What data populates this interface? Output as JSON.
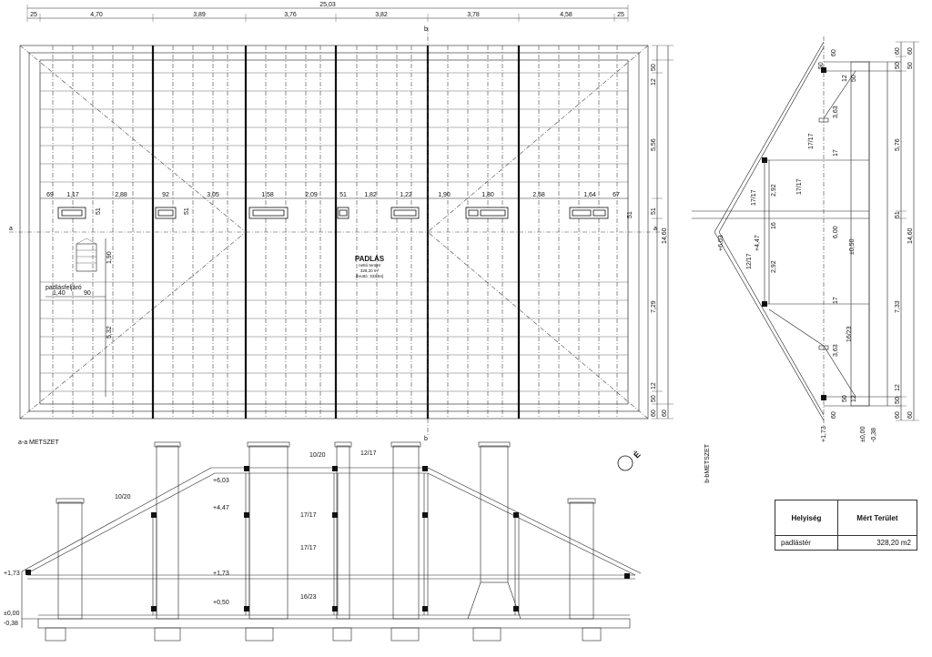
{
  "plan": {
    "top_total": "25,03",
    "top_dims": [
      "25",
      "4,70",
      "3,89",
      "3,76",
      "3,82",
      "3,78",
      "4,58",
      "25"
    ],
    "row_dims": [
      "69",
      "1,17",
      "2,88",
      "92",
      "3,05",
      "1,58",
      "2,09",
      "51",
      "1,82",
      "1,22",
      "1,90",
      "1,80",
      "2,58",
      "1,64",
      "67"
    ],
    "right_dims": [
      "12",
      "50",
      "5,56",
      "51",
      "7,29",
      "50",
      "12",
      "60",
      "60"
    ],
    "right_total": "14,60",
    "room_name": "PADLÁS",
    "room_net": "nettó terület",
    "room_area": "328,20 m²",
    "room_gross": "(bruttó: 333,94)",
    "stair_label": "padlásfeljáró",
    "stair_dims": [
      "1,40",
      "90",
      "1,90",
      "5,32"
    ],
    "section_mark_a": "a",
    "section_mark_b": "b",
    "small_dims": [
      "51",
      "51",
      "51"
    ]
  },
  "section_aa": {
    "title": "a-a METSZET",
    "levels": [
      "+6,03",
      "+4,47",
      "+1,73",
      "+1,73",
      "+0,50",
      "±0,00",
      "-0,38"
    ],
    "members": [
      "10/20",
      "12/17",
      "10/20",
      "17/17",
      "17/17",
      "16/23"
    ]
  },
  "section_bb": {
    "title": "b-bMETSZET",
    "levels": [
      "+6,03",
      "+4,47",
      "+1,73",
      "±0,00",
      "-0,38",
      "±0,50"
    ],
    "members": [
      "17/17",
      "17/17",
      "17/17",
      "12/17",
      "16/23",
      "16"
    ],
    "dims_mid": [
      "3,63",
      "17",
      "2,92",
      "2,92",
      "17",
      "3,63",
      "6,00"
    ],
    "dims_top": [
      "60",
      "50",
      "12",
      "50",
      "50",
      "12"
    ],
    "dims_right": [
      "5,76",
      "51",
      "7,33",
      "14,60"
    ],
    "dims_extra": [
      "60",
      "50",
      "50",
      "60",
      "50",
      "12"
    ]
  },
  "legend": {
    "col1": "Helyiség",
    "col2": "Mért Terület",
    "room": "padlástér",
    "area": "328,20 m2"
  },
  "north_label": "É"
}
